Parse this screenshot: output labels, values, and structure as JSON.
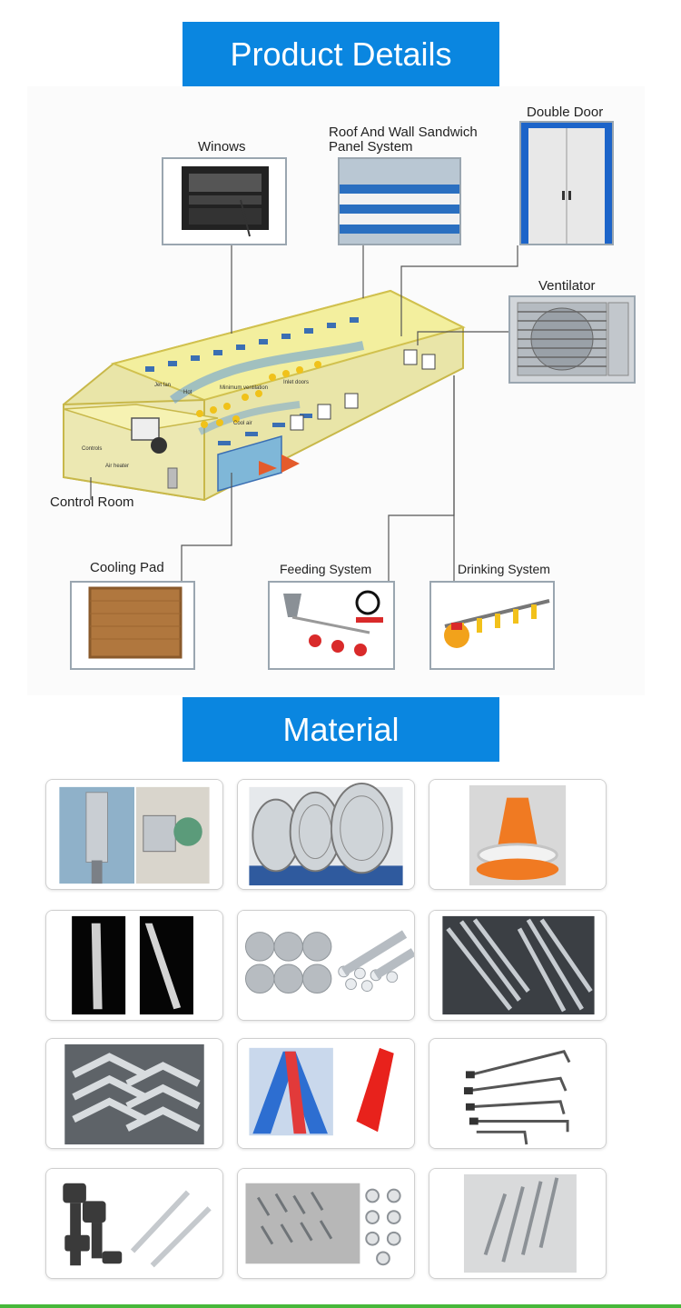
{
  "headings": {
    "product_details": "Product Details",
    "material": "Material"
  },
  "diagram": {
    "labels": {
      "windows": "Winows",
      "roof_wall": "Roof And Wall Sandwich",
      "roof_wall_2": "Panel System",
      "double_door": "Double Door",
      "ventilator": "Ventilator",
      "control_room": "Control Room",
      "cooling_pad": "Cooling Pad",
      "feeding_system": "Feeding System",
      "drinking_system": "Drinking System"
    },
    "small_labels": {
      "jet_fan": "Jet fan",
      "hot": "Hot",
      "minimum_ventilation": "Minimum ventilation",
      "inlet_doors": "Inlet doors",
      "cool_air": "Cool air",
      "controls": "Controls",
      "air_heater": "Air heater"
    }
  },
  "materials": [
    {
      "name": "silo-and-heater"
    },
    {
      "name": "exhaust-fans"
    },
    {
      "name": "feeder-pan"
    },
    {
      "name": "galvanized-profile"
    },
    {
      "name": "aluminum-tubes"
    },
    {
      "name": "steel-rods"
    },
    {
      "name": "angle-steel"
    },
    {
      "name": "ridge-cap"
    },
    {
      "name": "anchor-hooks"
    },
    {
      "name": "bolts-anchors"
    },
    {
      "name": "screws-nuts"
    },
    {
      "name": "rivets"
    }
  ]
}
